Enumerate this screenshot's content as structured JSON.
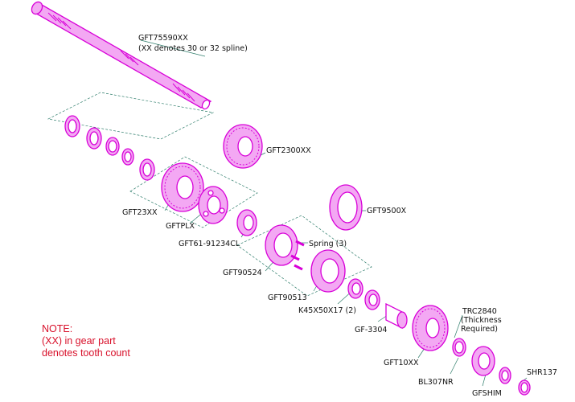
{
  "labels": {
    "shaft": "GFT75590XX",
    "shaft_note": "(XX denotes 30 or 32 spline)",
    "gft2300": "GFT2300XX",
    "gft23": "GFT23XX",
    "gftplx": "GFTPLX",
    "gft61": "GFT61-91234CL",
    "gft9500": "GFT9500X",
    "spring": "Spring (3)",
    "gft90524": "GFT90524",
    "gft90513": "GFT90513",
    "k45": "K45X50X17 (2)",
    "gf3304": "GF-3304",
    "trc2840": "TRC2840",
    "thickness1": "(Thickness",
    "thickness2": "Required)",
    "gft10": "GFT10XX",
    "bl307": "BL307NR",
    "gfshim": "GFSHIM",
    "shr137": "SHR137"
  },
  "note": {
    "line1": "NOTE:",
    "line2": "(XX) in gear part",
    "line3": "denotes tooth count"
  },
  "colors": {
    "part_fill": "#f3a8f3",
    "part_stroke": "#d800d8",
    "leader": "#2e7d6b",
    "note_text": "#d8102a"
  }
}
